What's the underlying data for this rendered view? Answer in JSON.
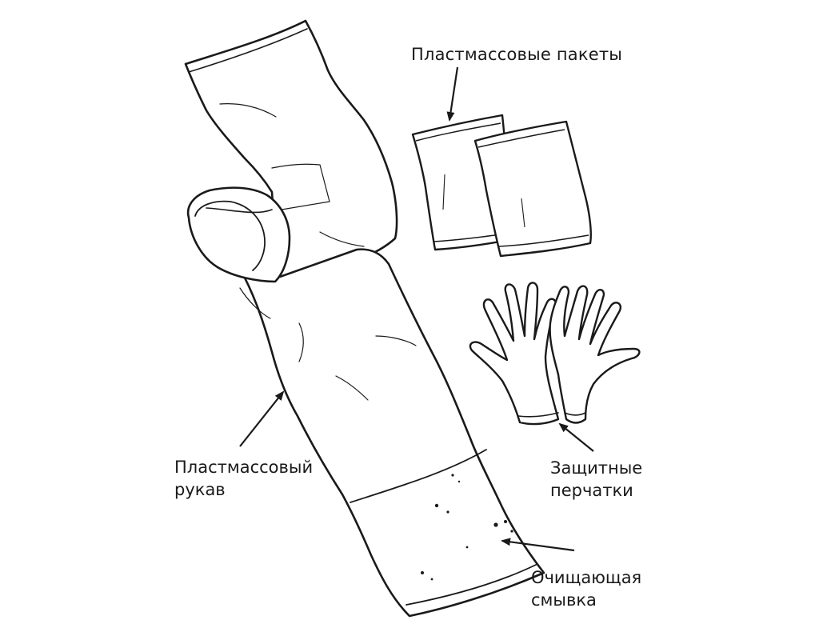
{
  "labels": {
    "plastic_bags": "Пластмассовые  пакеты",
    "plastic_sleeve": [
      "Пластмассовый",
      "рукав"
    ],
    "protective_gloves": [
      "Защитные",
      "перчатки"
    ],
    "cleansing_wash": [
      "Очищающая",
      "смывка"
    ]
  },
  "colors": {
    "ink": "#1a1a1a",
    "background": "#ffffff"
  }
}
